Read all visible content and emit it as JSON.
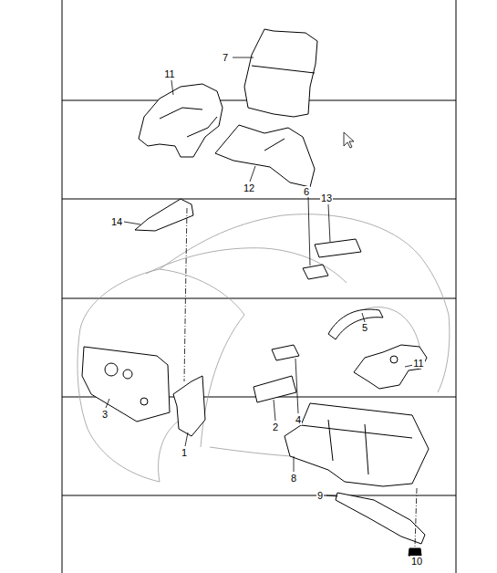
{
  "diagram": {
    "labels": [
      "11",
      "7",
      "12",
      "14",
      "6",
      "13",
      "5",
      "11",
      "3",
      "1",
      "2",
      "4",
      "8",
      "9",
      "10"
    ]
  }
}
